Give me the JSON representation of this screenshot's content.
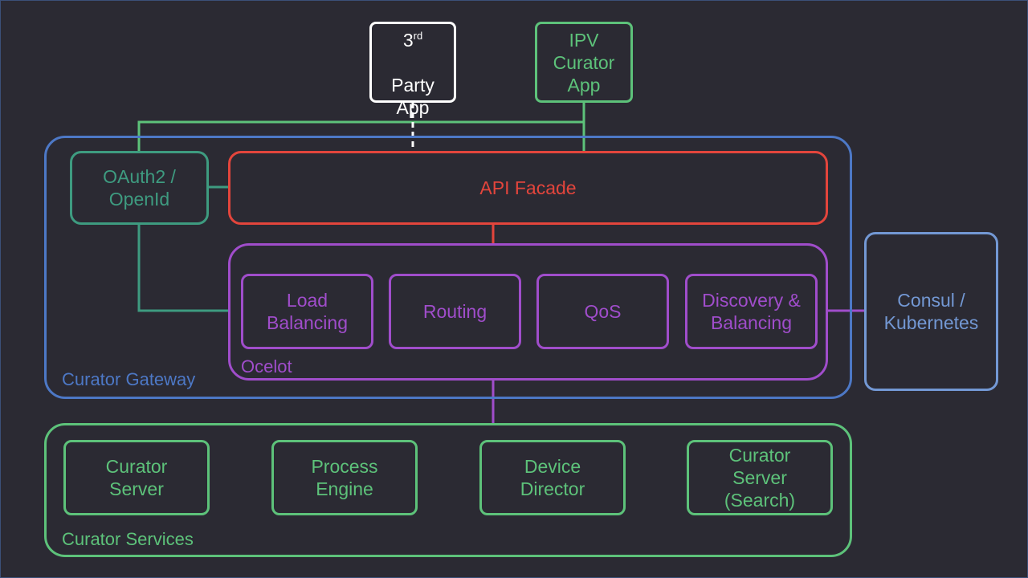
{
  "apps": {
    "third_party": {
      "prefix": "3",
      "suffix": "rd",
      "rest": "Party\nApp"
    },
    "ipv_curator": "IPV\nCurator\nApp"
  },
  "gateway": {
    "label": "Curator Gateway",
    "oauth": "OAuth2 /\nOpenId",
    "facade": "API Facade",
    "ocelot": {
      "label": "Ocelot",
      "items": [
        "Load\nBalancing",
        "Routing",
        "QoS",
        "Discovery &\nBalancing"
      ]
    }
  },
  "consul": "Consul /\nKubernetes",
  "services": {
    "label": "Curator Services",
    "items": [
      "Curator\nServer",
      "Process\nEngine",
      "Device\nDirector",
      "Curator\nServer\n(Search)"
    ]
  },
  "colors": {
    "background": "#2b2a33",
    "gateway": "#4d78c6",
    "facade": "#e3453c",
    "ocelot": "#a04dcb",
    "oauth": "#3e9b80",
    "services": "#5dc27a",
    "consul": "#7398d4",
    "third_party": "#ffffff"
  }
}
